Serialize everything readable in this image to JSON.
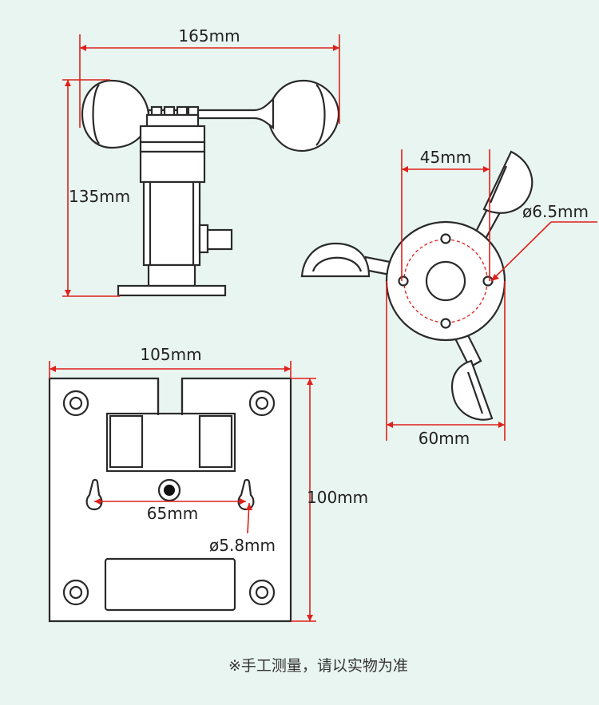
{
  "dimensions": {
    "side_width": "165mm",
    "side_height": "135mm",
    "top_inner_width": "45mm",
    "top_hole_dia": "ø6.5mm",
    "top_outer_width": "60mm",
    "base_width": "105mm",
    "base_height": "100mm",
    "base_hole_spacing": "65mm",
    "base_hole_dia": "ø5.8mm"
  },
  "footnote": "※手工测量，请以实物为准",
  "colors": {
    "dimension_line": "#e0201a",
    "outline": "#2a2a2a",
    "background": "#e9f5f0"
  }
}
